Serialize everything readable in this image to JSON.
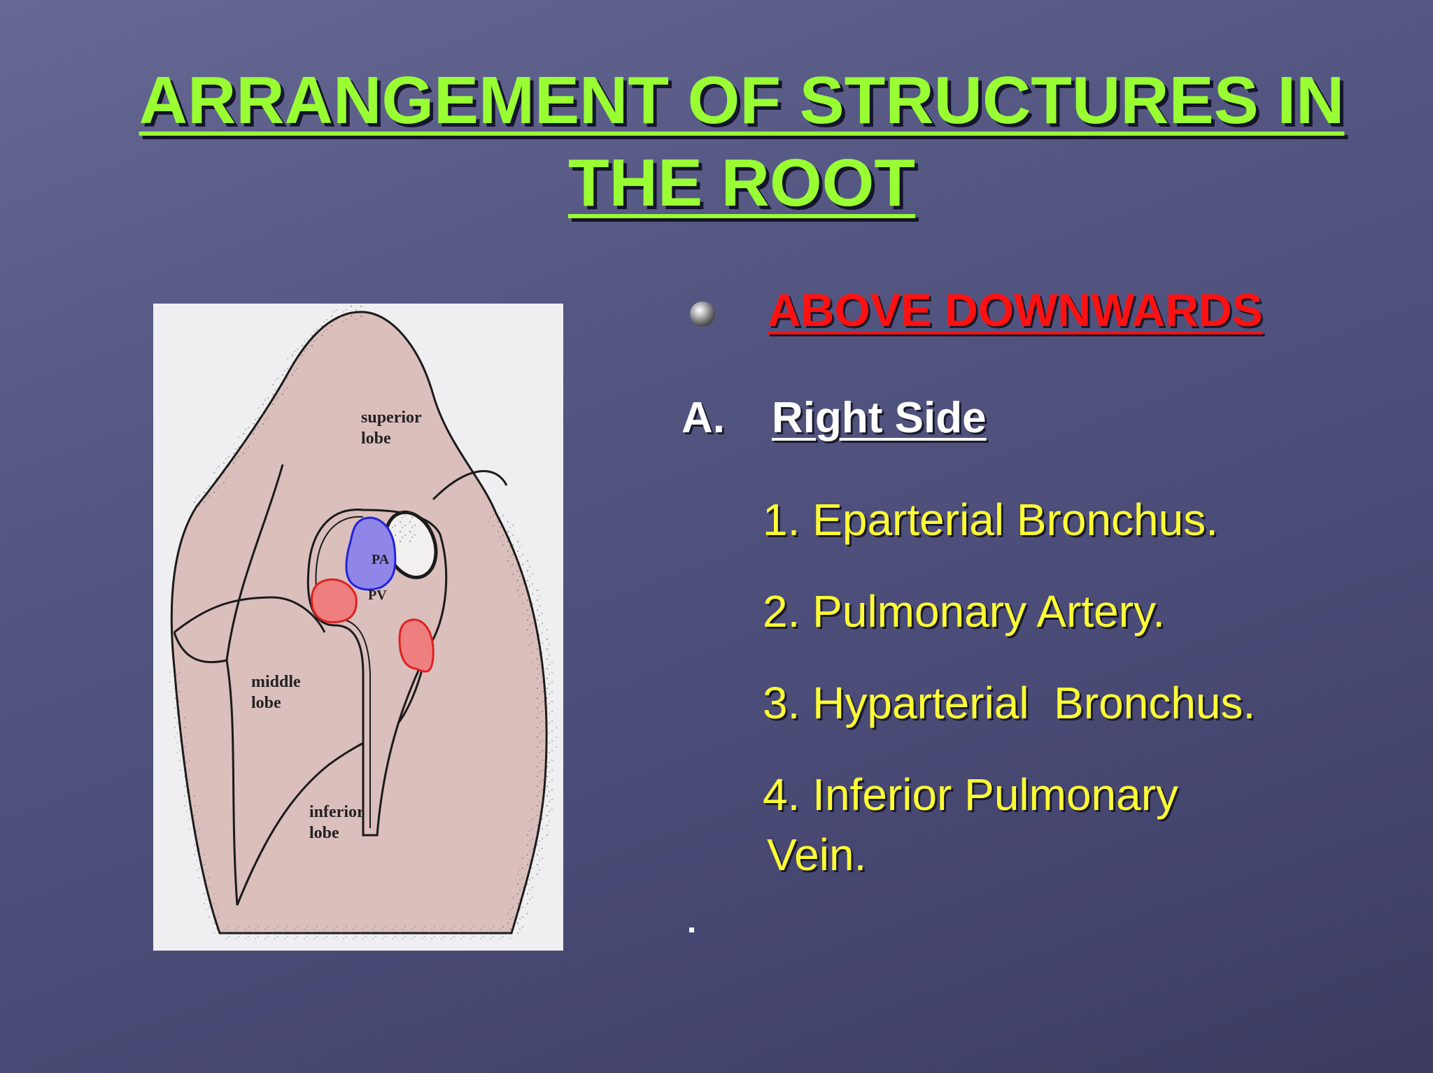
{
  "slide": {
    "title": "ARRANGEMENT OF STRUCTURES IN THE ROOT",
    "bullet": {
      "heading": "ABOVE DOWNWARDS",
      "heading_color": "#ff1111",
      "bullet_icon": "sphere-bullet-icon"
    },
    "section": {
      "marker": "A.",
      "label": "Right Side"
    },
    "items": [
      {
        "text": "1. Eparterial Bronchus."
      },
      {
        "text": "2. Pulmonary Artery."
      },
      {
        "text": "3. Hyparterial  Bronchus."
      },
      {
        "text": "4. Inferior Pulmonary"
      },
      {
        "text": "Vein."
      }
    ],
    "trailing_mark": "."
  },
  "figure": {
    "labels": {
      "superior_1": "superior",
      "superior_2": "lobe",
      "middle_1": "middle",
      "middle_2": "lobe",
      "inferior_1": "inferior",
      "inferior_2": "lobe",
      "pa": "PA",
      "pv": "PV"
    },
    "colors": {
      "lung": "#dbbfbd",
      "artery": "#8f86e8",
      "vein": "#ef7e7e",
      "title": "#99ff33",
      "list_text": "#ffff33"
    }
  }
}
